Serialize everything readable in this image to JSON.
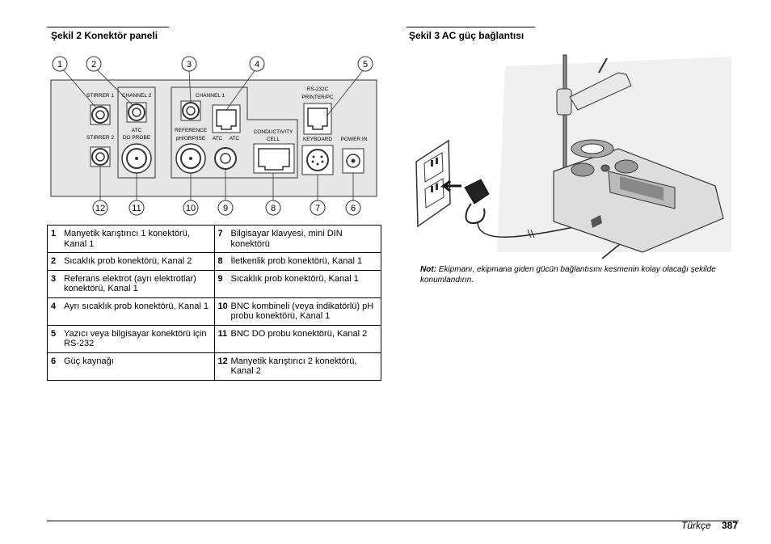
{
  "left_figure": {
    "title": "Şekil 2  Konektör paneli",
    "callouts": [
      "1",
      "2",
      "3",
      "4",
      "5",
      "12",
      "11",
      "10",
      "9",
      "8",
      "7",
      "6"
    ],
    "panel_labels": {
      "stirrer1": "STIRRER 1",
      "stirrer2": "STIRRER 2",
      "channel2": "CHANNEL 2",
      "atc_do_1": "ATC",
      "atc_do_2": "DO PROBE",
      "channel1": "CHANNEL 1",
      "reference": "REFERENCE",
      "ph_orp": "pH/ORP/ISE",
      "atc_a": "ATC",
      "atc_b": "ATC",
      "conductivity_1": "CONDUCTIVITY",
      "conductivity_2": "CELL",
      "rs232_1": "RS-232C",
      "rs232_2": "PRINTER/PC",
      "keyboard": "KEYBOARD",
      "power_in": "POWER IN"
    }
  },
  "legend": [
    {
      "left": {
        "n": "1",
        "text": "Manyetik karıştırıcı 1 konektörü, Kanal 1"
      },
      "right": {
        "n": "7",
        "text": "Bilgisayar klavyesi, mini DIN konektörü"
      }
    },
    {
      "left": {
        "n": "2",
        "text": "Sıcaklık prob konektörü, Kanal 2"
      },
      "right": {
        "n": "8",
        "text": "İletkenlik prob konektörü, Kanal 1"
      }
    },
    {
      "left": {
        "n": "3",
        "text": "Referans elektrot (ayrı elektrotlar) konektörü, Kanal 1"
      },
      "right": {
        "n": "9",
        "text": "Sıcaklık prob konektörü, Kanal 1"
      }
    },
    {
      "left": {
        "n": "4",
        "text": "Ayrı sıcaklık prob konektörü, Kanal 1"
      },
      "right": {
        "n": "10",
        "text": "BNC kombineli (veya indikatörlü) pH probu konektörü, Kanal 1"
      }
    },
    {
      "left": {
        "n": "5",
        "text": "Yazıcı veya bilgisayar konektörü için RS-232"
      },
      "right": {
        "n": "11",
        "text": "BNC DO probu konektörü, Kanal 2"
      }
    },
    {
      "left": {
        "n": "6",
        "text": "Güç kaynağı"
      },
      "right": {
        "n": "12",
        "text": "Manyetik karıştırıcı 2 konektörü, Kanal 2"
      }
    }
  ],
  "right_figure": {
    "title": "Şekil 3  AC güç bağlantısı",
    "note_label": "Not:",
    "note_text": " Ekipmanı, ekipmana giden gücün bağlantısını kesmenin kolay olacağı şekilde konumlandırın."
  },
  "footer": {
    "language": "Türkçe",
    "page": "387"
  }
}
